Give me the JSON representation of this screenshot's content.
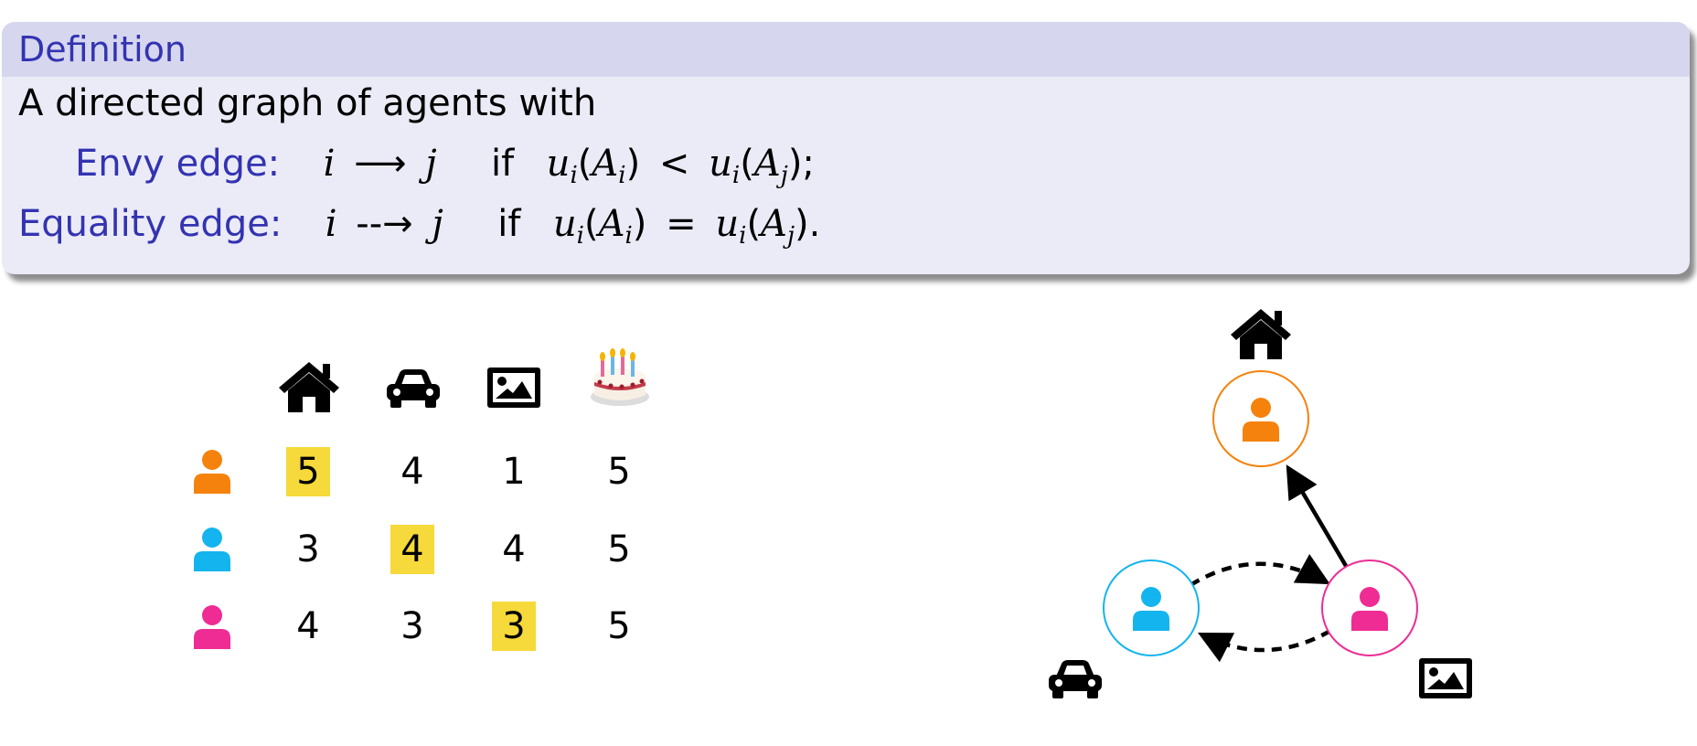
{
  "definition": {
    "title": "Definition",
    "intro": "A directed graph of agents with",
    "envy": {
      "label": "Envy edge:",
      "i": "i",
      "arrow": "⟶",
      "j": "j",
      "cond": "if",
      "u": "u",
      "A": "A",
      "relation": "<",
      "end": ";"
    },
    "equality": {
      "label": "Equality edge:",
      "i": "i",
      "arrow": "--→",
      "j": "j",
      "cond": "if",
      "u": "u",
      "A": "A",
      "relation": "=",
      "end": "."
    },
    "sub_i": "i",
    "sub_j": "j"
  },
  "items": [
    {
      "icon": "house-icon"
    },
    {
      "icon": "car-icon"
    },
    {
      "icon": "picture-icon"
    },
    {
      "icon": "cake-icon"
    }
  ],
  "agents": [
    {
      "color": "#f5820d",
      "values": [
        "5",
        "4",
        "1",
        "5"
      ],
      "highlight": 0
    },
    {
      "color": "#14b4ee",
      "values": [
        "3",
        "4",
        "4",
        "5"
      ],
      "highlight": 1
    },
    {
      "color": "#ee2c93",
      "values": [
        "4",
        "3",
        "3",
        "5"
      ],
      "highlight": 2
    }
  ],
  "highlight_color": "#f6d93a",
  "graph": {
    "nodes": [
      {
        "agent": "orange",
        "color": "#f5820d",
        "item": "house-icon"
      },
      {
        "agent": "blue",
        "color": "#14b4ee",
        "item": "car-icon"
      },
      {
        "agent": "pink",
        "color": "#ee2c93",
        "item": "picture-icon"
      }
    ],
    "edges": [
      {
        "from": "pink",
        "to": "orange",
        "type": "envy"
      },
      {
        "from": "blue",
        "to": "pink",
        "type": "equality"
      },
      {
        "from": "pink",
        "to": "blue",
        "type": "equality"
      }
    ]
  }
}
